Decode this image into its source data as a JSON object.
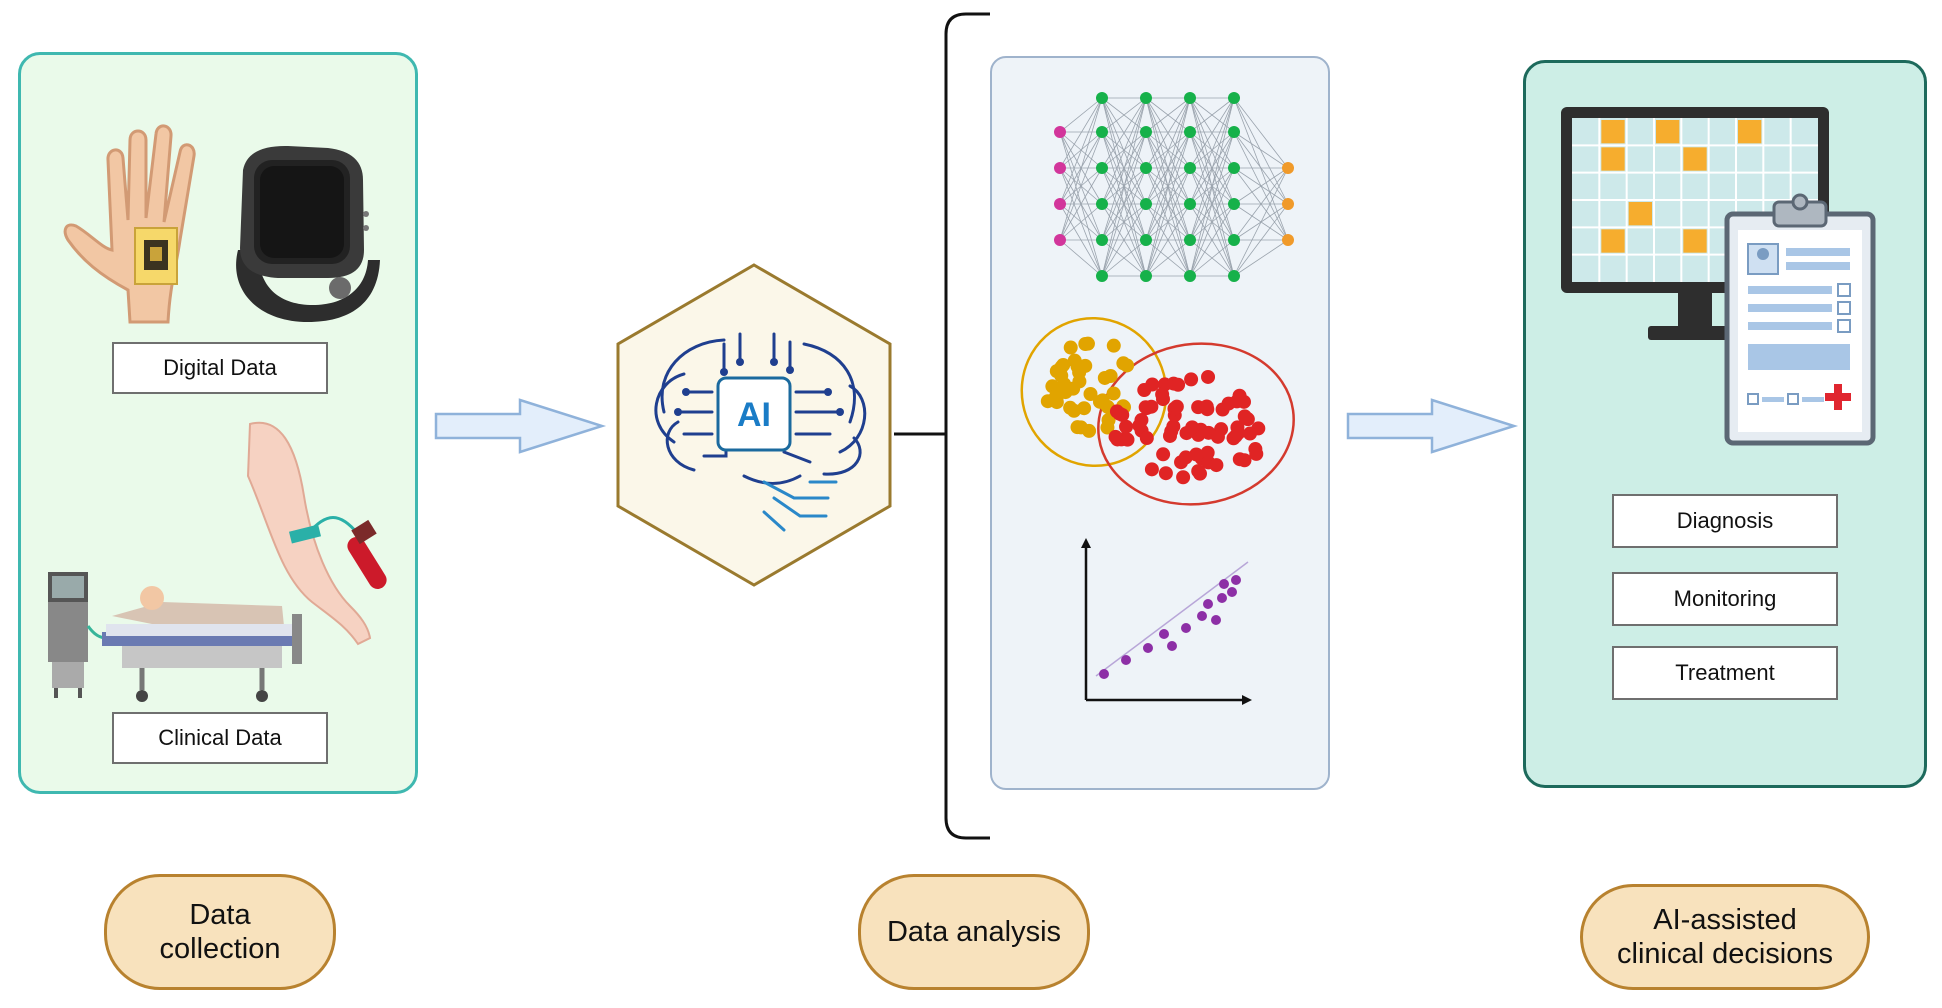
{
  "collection": {
    "digital_label": "Digital Data",
    "clinical_label": "Clinical Data"
  },
  "ai": {
    "chip_label": "AI"
  },
  "decisions": {
    "items": [
      "Diagnosis",
      "Monitoring",
      "Treatment"
    ]
  },
  "stages": {
    "collection": [
      "Data",
      "collection"
    ],
    "analysis": [
      "Data analysis"
    ],
    "decisions": [
      "AI-assisted",
      "clinical decisions"
    ]
  },
  "colors": {
    "collect_bg": "#eafaea",
    "collect_border": "#3fb8b0",
    "hex_bg": "#fbf7e9",
    "hex_border": "#9a7a2e",
    "circuit": "#1f3f8f",
    "analysis_bg": "#eef3f8",
    "decide_bg": "#cdeee6",
    "decide_border": "#1d6a5c",
    "pill_bg": "#f8e2bd",
    "pill_border": "#b8822f",
    "arrow_fill": "#e3eefb",
    "arrow_stroke": "#8fb2da",
    "nn_green": "#16b14a",
    "nn_magenta": "#d2359b",
    "nn_orange": "#f09a2a",
    "cluster_orange": "#e1a400",
    "cluster_red": "#e02424",
    "scatter_purple": "#8d2fa6",
    "dashboard_orange": "#f6ad2e"
  },
  "icons": {
    "hand_sensor": "hand-with-sensor-icon",
    "smartwatch": "smartwatch-icon",
    "arm_blood": "arm-blood-draw-icon",
    "hospital_bed": "hospital-bed-patient-icon",
    "ai_brain": "ai-brain-circuit-icon",
    "neural_network": "neural-network-icon",
    "clusters": "cluster-plot-icon",
    "scatter": "scatter-regression-icon",
    "monitor": "dashboard-monitor-icon",
    "clipboard": "medical-clipboard-icon"
  }
}
